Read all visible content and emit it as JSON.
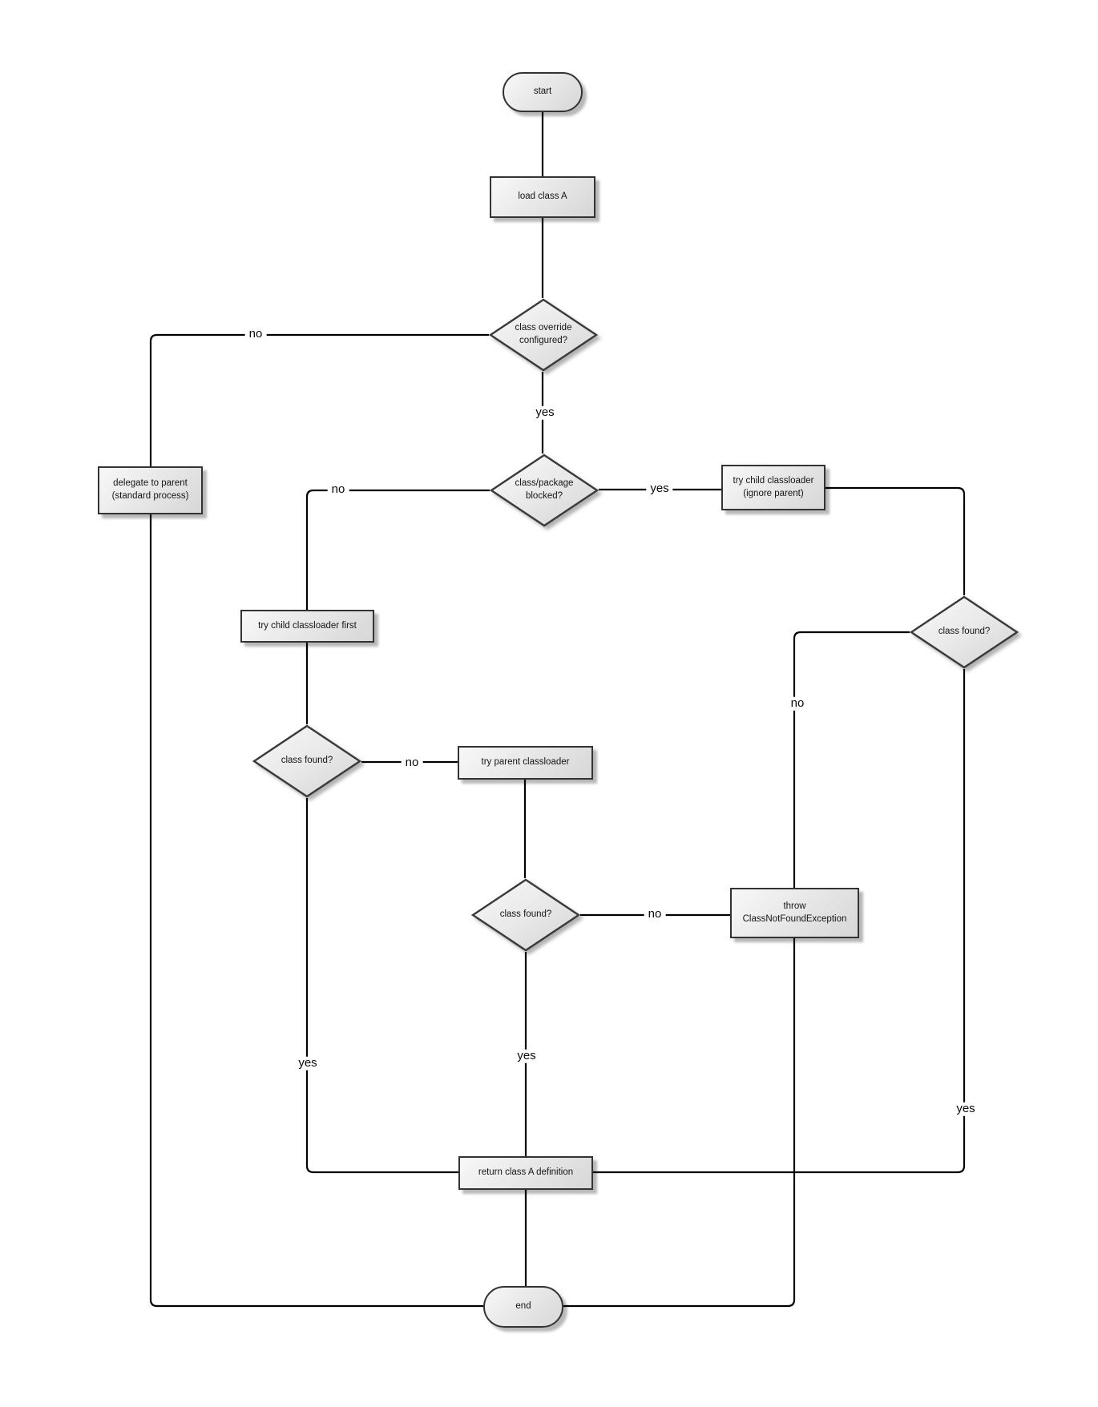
{
  "diagram": {
    "type": "flowchart",
    "nodes": {
      "start": {
        "label": "start",
        "shape": "terminator"
      },
      "load_class_a": {
        "label": "load class A",
        "shape": "process"
      },
      "class_override_configured": {
        "label": "class override configured?",
        "shape": "decision"
      },
      "delegate_to_parent": {
        "label": "delegate to parent (standard process)",
        "shape": "process"
      },
      "class_package_blocked": {
        "label": "class/package blocked?",
        "shape": "decision"
      },
      "try_child_classloader_ignore_parent": {
        "label": "try child classloader (ignore parent)",
        "shape": "process"
      },
      "try_child_classloader_first": {
        "label": "try child classloader first",
        "shape": "process"
      },
      "class_found_left": {
        "label": "class found?",
        "shape": "decision"
      },
      "try_parent_classloader": {
        "label": "try parent classloader",
        "shape": "process"
      },
      "class_found_right": {
        "label": "class found?",
        "shape": "decision"
      },
      "class_found_middle": {
        "label": "class found?",
        "shape": "decision"
      },
      "throw_classnotfoundexception": {
        "label": "throw ClassNotFoundException",
        "shape": "process"
      },
      "return_class_a_definition": {
        "label": "return class A definition",
        "shape": "process"
      },
      "end": {
        "label": "end",
        "shape": "terminator"
      }
    },
    "edge_labels": {
      "override_no": "no",
      "override_yes": "yes",
      "blocked_no": "no",
      "blocked_yes": "yes",
      "left_found_no": "no",
      "left_found_yes": "yes",
      "middle_found_no": "no",
      "middle_found_yes": "yes",
      "right_found_no": "no",
      "right_found_yes": "yes"
    },
    "colors": {
      "background": "#ffffff",
      "node_fill_light": "#f8f8f8",
      "node_fill_dark": "#d7d7d7",
      "node_border": "#333333",
      "connector": "#000000",
      "text": "#151515",
      "shadow": "rgba(0,0,0,0.28)"
    }
  }
}
